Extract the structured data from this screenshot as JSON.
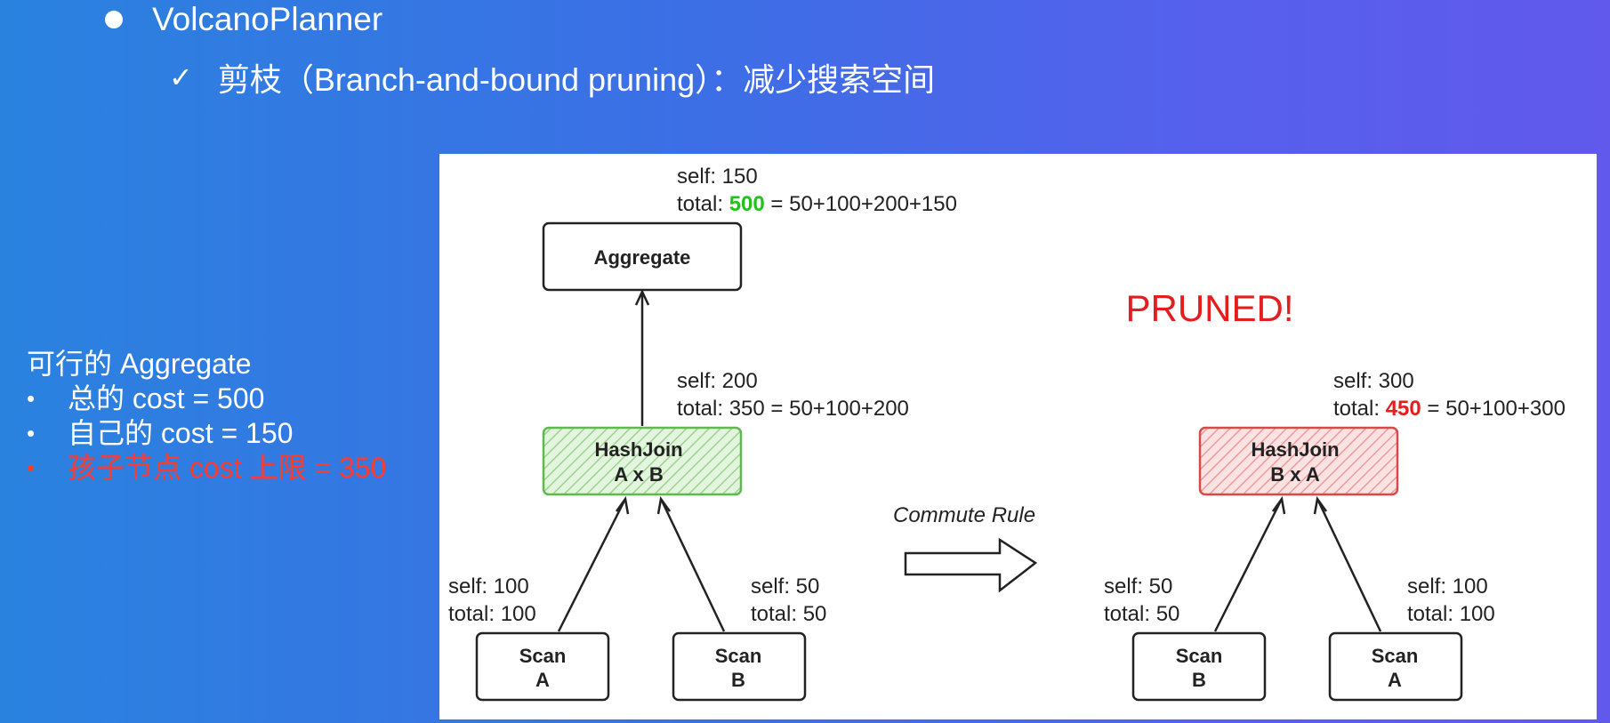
{
  "header": {
    "title": "VolcanoPlanner",
    "check_icon": "checkmark",
    "subtitle": "剪枝（Branch-and-bound pruning）：减少搜索空间"
  },
  "sidebar": {
    "heading": "可行的 Aggregate",
    "bullet": "•",
    "items": [
      {
        "text": "总的 cost = 500",
        "color": "#ffffff"
      },
      {
        "text": "自己的 cost = 150",
        "color": "#ffffff"
      },
      {
        "text": "孩子节点 cost 上限 = 350",
        "color": "#ff3b2f"
      }
    ]
  },
  "diagram": {
    "colors": {
      "green_fill": "#cfeec8",
      "green_stroke": "#5fb94f",
      "red_fill": "#f7cdcd",
      "red_stroke": "#d84a4a",
      "highlight_green": "#22c21c",
      "highlight_red": "#e41e1e"
    },
    "aggregate": {
      "label": "Aggregate",
      "self": "self: 150",
      "total_prefix": "total: ",
      "total_value": "500",
      "total_suffix": " = 50+100+200+150"
    },
    "left_join": {
      "line1": "HashJoin",
      "line2": "A x B",
      "self": "self: 200",
      "total": "total: 350 = 50+100+200"
    },
    "left_scan_a": {
      "line1": "Scan",
      "line2": "A",
      "self": "self: 100",
      "total": "total: 100"
    },
    "left_scan_b": {
      "line1": "Scan",
      "line2": "B",
      "self": "self: 50",
      "total": "total: 50"
    },
    "rule_label": "Commute Rule",
    "pruned_label": "PRUNED!",
    "right_join": {
      "line1": "HashJoin",
      "line2": "B x A",
      "self": "self: 300",
      "total_prefix": "total: ",
      "total_value": "450",
      "total_suffix": " = 50+100+300"
    },
    "right_scan_b": {
      "line1": "Scan",
      "line2": "B",
      "self": "self: 50",
      "total": "total:  50"
    },
    "right_scan_a": {
      "line1": "Scan",
      "line2": "A",
      "self": "self: 100",
      "total": "total: 100"
    }
  }
}
